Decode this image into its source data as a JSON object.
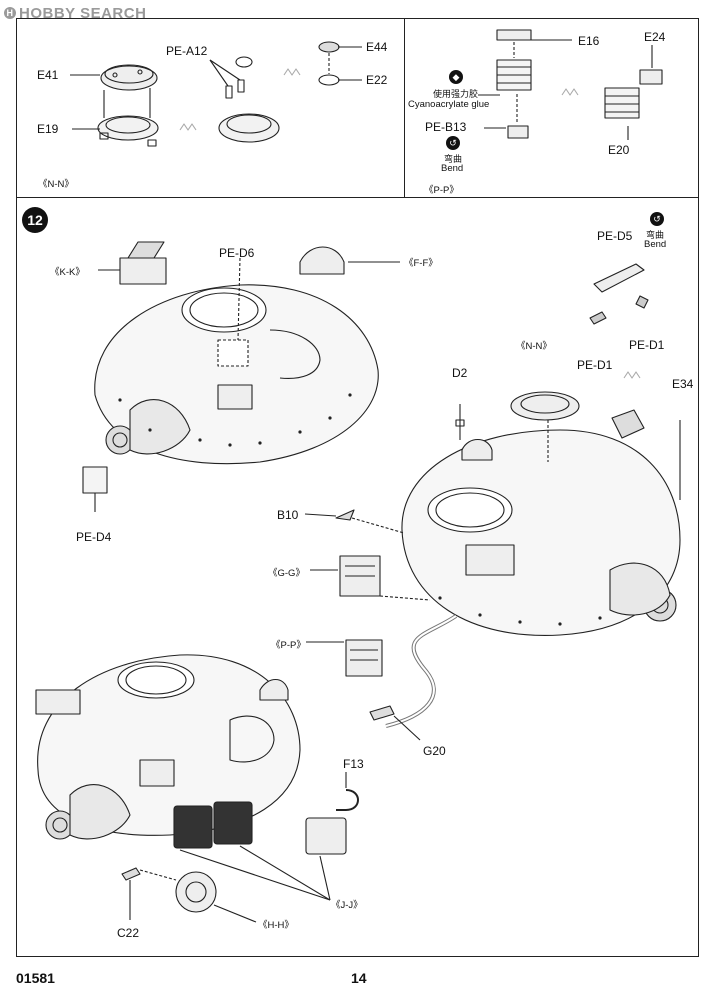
{
  "watermark": {
    "text": "HOBBY SEARCH"
  },
  "panel_nn": {
    "title": "《N-N》",
    "parts": {
      "e41": "E41",
      "e19": "E19",
      "pea12": "PE-A12",
      "e44": "E44",
      "e22": "E22"
    }
  },
  "panel_pp": {
    "title": "《P-P》",
    "parts": {
      "e16": "E16",
      "e24": "E24",
      "e20": "E20",
      "peb13": "PE-B13"
    },
    "glue_cn": "使用强力胶",
    "glue_en": "Cyanoacrylate glue",
    "bend_cn": "弯曲",
    "bend_en": "Bend"
  },
  "step": {
    "number": "12"
  },
  "main": {
    "refs": {
      "kk": "《K-K》",
      "ff": "《F-F》",
      "nn": "《N-N》",
      "gg": "《G-G》",
      "pp": "《P-P》",
      "jj": "《J-J》",
      "hh": "《H-H》"
    },
    "parts": {
      "ped6": "PE-D6",
      "ped4": "PE-D4",
      "ped5": "PE-D5",
      "ped1a": "PE-D1",
      "ped1b": "PE-D1",
      "d2": "D2",
      "e34": "E34",
      "b10": "B10",
      "g20": "G20",
      "f13": "F13",
      "c22": "C22"
    },
    "bend_cn": "弯曲",
    "bend_en": "Bend"
  },
  "footer": {
    "kit_number": "01581",
    "page_number": "14"
  }
}
